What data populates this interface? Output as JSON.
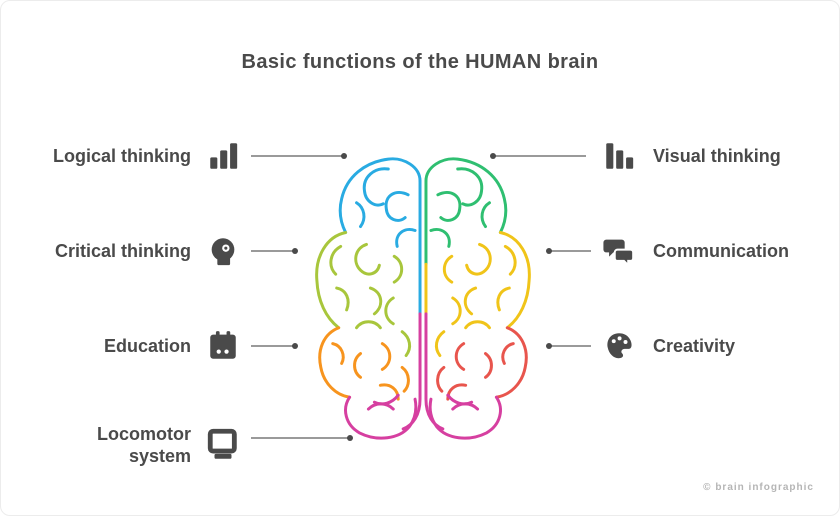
{
  "title": "Basic functions of the HUMAN brain",
  "watermark": "© brain infographic",
  "left_labels": [
    {
      "label": "Logical thinking",
      "icon": "bar-chart-icon"
    },
    {
      "label": "Critical thinking",
      "icon": "head-gear-icon"
    },
    {
      "label": "Education",
      "icon": "calendar-icon"
    },
    {
      "label": "Locomotor",
      "label_line2": "system",
      "icon": "monitor-icon"
    }
  ],
  "right_labels": [
    {
      "label": "Visual thinking",
      "icon": "bar-chart-icon"
    },
    {
      "label": "Communication",
      "icon": "speech-bubbles-icon"
    },
    {
      "label": "Creativity",
      "icon": "palette-icon"
    }
  ],
  "colors": {
    "text": "#4a4a4a",
    "line": "#9a9a9a",
    "frontal_left": "#29abe2",
    "frontal_right": "#2fbf71",
    "parietal_left": "#a8c63c",
    "parietal_right": "#f0c419",
    "temporal_left": "#f7941e",
    "temporal_right": "#e8554d",
    "occipital": "#d63fa0"
  }
}
